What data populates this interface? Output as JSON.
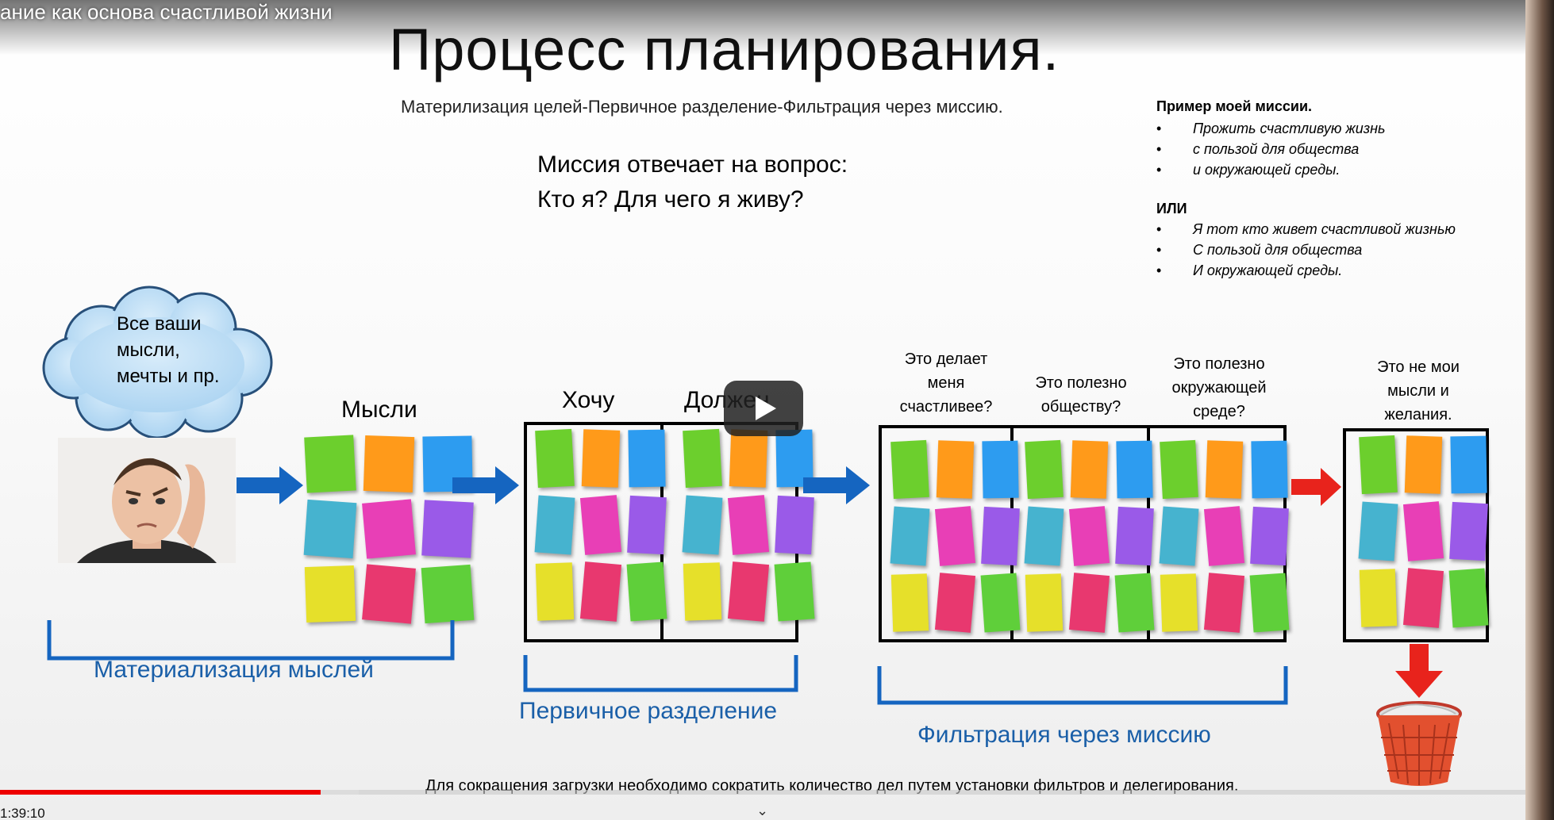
{
  "video": {
    "title": "ание как основа счастливой жизни",
    "timestamp": "1:39:10",
    "progress": 0.21
  },
  "slide": {
    "title": "Процесс планирования.",
    "subtitle": "Материлизация целей-Первичное разделение-Фильтрация через миссию.",
    "mission_question": [
      "Миссия отвечает на вопрос:",
      "Кто я? Для чего я живу?"
    ],
    "example": {
      "heading": "Пример моей миссии.",
      "items1": [
        "Прожить счастливую жизнь",
        "с пользой для общества",
        "и окружающей среды."
      ],
      "or_label": "ИЛИ",
      "items2": [
        "Я тот кто живет счастливой жизнью",
        "С пользой для общества",
        "И окружающей среды."
      ]
    },
    "cloud_text": [
      "Все ваши",
      "мысли,",
      "мечты и пр."
    ],
    "labels": {
      "thoughts": "Мысли",
      "want": "Хочу",
      "must": "Должен",
      "q_happier": [
        "Это делает",
        "меня",
        "счастливее?"
      ],
      "q_society": [
        "Это полезно",
        "обществу?"
      ],
      "q_environment": [
        "Это полезно",
        "окружающей",
        "среде?"
      ],
      "q_not_mine": [
        "Это не мои",
        "мысли и",
        "желания."
      ]
    },
    "sections": {
      "materialization": "Материализация мыслей",
      "primary_split": "Первичное разделение",
      "filtration": "Фильтрация через миссию"
    },
    "bottom_note": "Для сокращения загрузки необходимо сократить количество дел путем установки фильтров и делегирования.",
    "colors": {
      "accent_blue": "#1a5fa8",
      "arrow_blue": "#1565c0",
      "arrow_red": "#e8231c",
      "bracket_blue": "#1565c0",
      "notes": [
        "#6ccf2d",
        "#ff9a1a",
        "#2d9cf0",
        "#46b3cf",
        "#e83fb6",
        "#9a5ae8",
        "#e6e02a",
        "#e8386f",
        "#5fcf3a"
      ]
    },
    "icons": [
      "thought-cloud-icon",
      "confused-man-photo",
      "sticky-notes-icon",
      "trash-basket-icon",
      "play-icon"
    ]
  }
}
